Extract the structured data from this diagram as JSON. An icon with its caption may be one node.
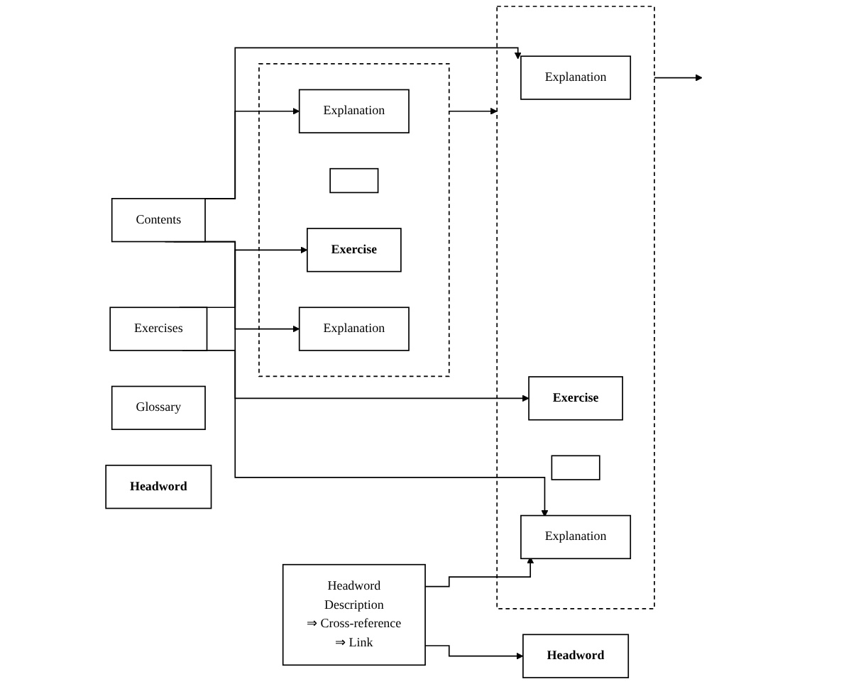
{
  "diagram": {
    "nodes": [
      {
        "text": [
          "Contents"
        ]
      },
      {
        "text": [
          "Exercises"
        ]
      },
      {
        "text": [
          "Glossary"
        ]
      },
      {
        "text": [
          "Headword"
        ]
      },
      {
        "text": [
          "Headword"
        ]
      },
      {
        "text": [
          "Headword",
          "Description",
          "⇒ Cross-reference",
          "⇒ Link"
        ]
      },
      {
        "text": [],
        "shape": "box"
      },
      {
        "text": [
          "Explanation"
        ],
        "in": 6
      },
      {
        "text": [],
        "shape": "box",
        "in": 6
      },
      {
        "text": [
          "Exercise"
        ],
        "in": 6
      },
      {
        "text": [
          "Explanation"
        ],
        "in": 6
      },
      {
        "text": [],
        "shape": "box"
      },
      {
        "text": [
          "Explanation"
        ],
        "in": 11
      },
      {
        "text": [
          "Exercise"
        ],
        "in": 11
      },
      {
        "text": [],
        "shape": "box",
        "in": 11
      },
      {
        "text": [
          "Explanation"
        ],
        "in": 11
      }
    ],
    "edges": [
      {
        "from": 0,
        "to": 7,
        "arrow": "to"
      },
      {
        "from": 0,
        "to": 10,
        "arrow": "to"
      },
      {
        "from": 0,
        "to": 12,
        "arrow": "to"
      },
      {
        "from": 0,
        "to": 15,
        "arrow": "to"
      },
      {
        "from": 1,
        "to": 9,
        "arrow": "to"
      },
      {
        "from": 1,
        "to": 13,
        "arrow": "to"
      },
      {
        "from": 5,
        "to": 3,
        "arrow": "to"
      },
      {
        "from": 5,
        "to": 15,
        "arrow": "to"
      },
      {
        "from": 6,
        "to": 11,
        "arrow": "to"
      },
      {
        "from": 11,
        "to": null,
        "arrow": "to"
      }
    ]
  }
}
